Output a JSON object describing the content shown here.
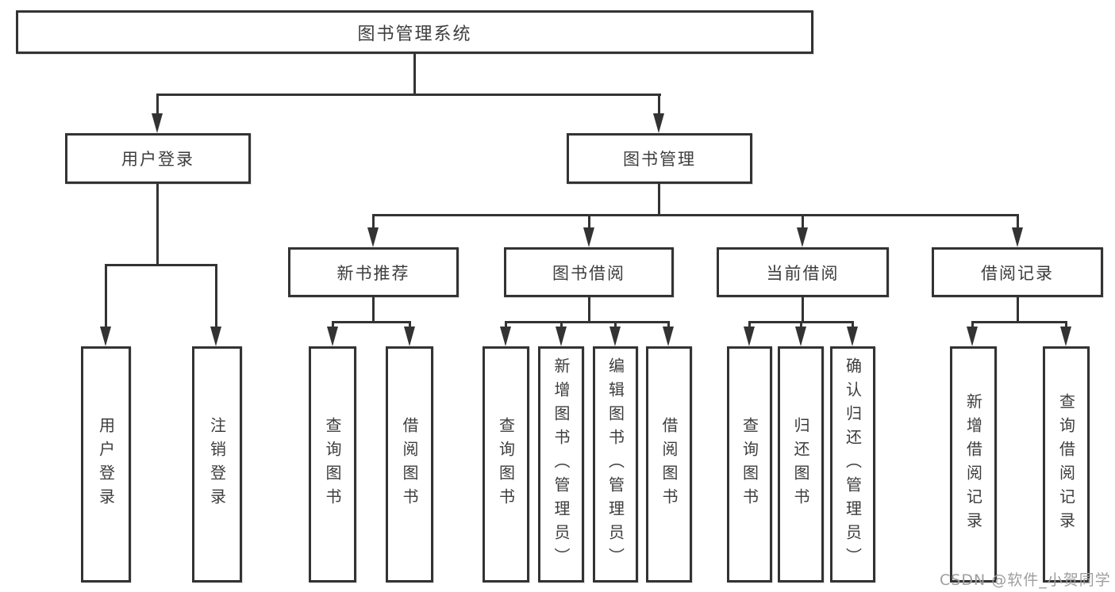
{
  "diagram_title": "图书管理系统",
  "colors": {
    "background": "#ffffff",
    "line": "#333333",
    "text": "#3d3d3d",
    "watermark": "#9e9e9e"
  },
  "tree": {
    "root": {
      "label": "图书管理系统"
    },
    "level2": [
      {
        "id": "user-login",
        "label": "用户登录"
      },
      {
        "id": "book-management",
        "label": "图书管理"
      }
    ],
    "level3": [
      {
        "id": "new-book-recommend",
        "label": "新书推荐",
        "parent": "book-management"
      },
      {
        "id": "book-borrow",
        "label": "图书借阅",
        "parent": "book-management"
      },
      {
        "id": "current-borrow",
        "label": "当前借阅",
        "parent": "book-management"
      },
      {
        "id": "borrow-records",
        "label": "借阅记录",
        "parent": "book-management"
      }
    ],
    "leaves": [
      {
        "id": "leaf-user-login",
        "label": "用户登录",
        "parent": "user-login"
      },
      {
        "id": "leaf-logout",
        "label": "注销登录",
        "parent": "user-login"
      },
      {
        "id": "leaf-rec-query-book",
        "label": "查询图书",
        "parent": "new-book-recommend"
      },
      {
        "id": "leaf-rec-borrow-book",
        "label": "借阅图书",
        "parent": "new-book-recommend"
      },
      {
        "id": "leaf-bb-query-book",
        "label": "查询图书",
        "parent": "book-borrow"
      },
      {
        "id": "leaf-bb-add-book",
        "label": "新增图书（管理员）",
        "parent": "book-borrow"
      },
      {
        "id": "leaf-bb-edit-book",
        "label": "编辑图书（管理员）",
        "parent": "book-borrow"
      },
      {
        "id": "leaf-bb-borrow-book",
        "label": "借阅图书",
        "parent": "book-borrow"
      },
      {
        "id": "leaf-cb-query-book",
        "label": "查询图书",
        "parent": "current-borrow"
      },
      {
        "id": "leaf-cb-return-book",
        "label": "归还图书",
        "parent": "current-borrow"
      },
      {
        "id": "leaf-cb-confirm-return",
        "label": "确认归还（管理员）",
        "parent": "current-borrow"
      },
      {
        "id": "leaf-br-add-record",
        "label": "新增借阅记录",
        "parent": "borrow-records"
      },
      {
        "id": "leaf-br-query-record",
        "label": "查询借阅记录",
        "parent": "borrow-records"
      }
    ]
  },
  "watermark": "CSDN @软件_小贺同学"
}
